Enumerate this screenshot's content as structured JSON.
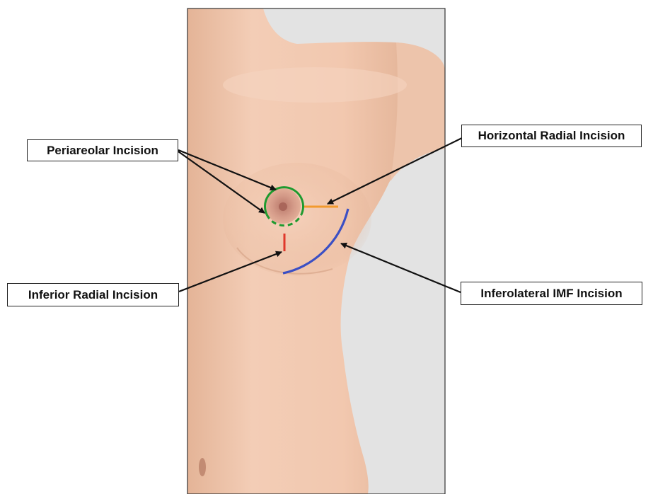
{
  "labels": {
    "periareolar": "Periareolar Incision",
    "horizontal_radial": "Horizontal Radial Incision",
    "inferior_radial": "Inferior Radial Incision",
    "inferolateral_imf": "Inferolateral IMF Incision"
  },
  "colors": {
    "periareolar": "#1e9a2f",
    "horizontal_radial": "#f29a2e",
    "inferior_radial": "#e0382b",
    "inferolateral_imf": "#3b4fc4",
    "skin": "#f0c7ae",
    "background_panel": "#e3e3e3"
  }
}
